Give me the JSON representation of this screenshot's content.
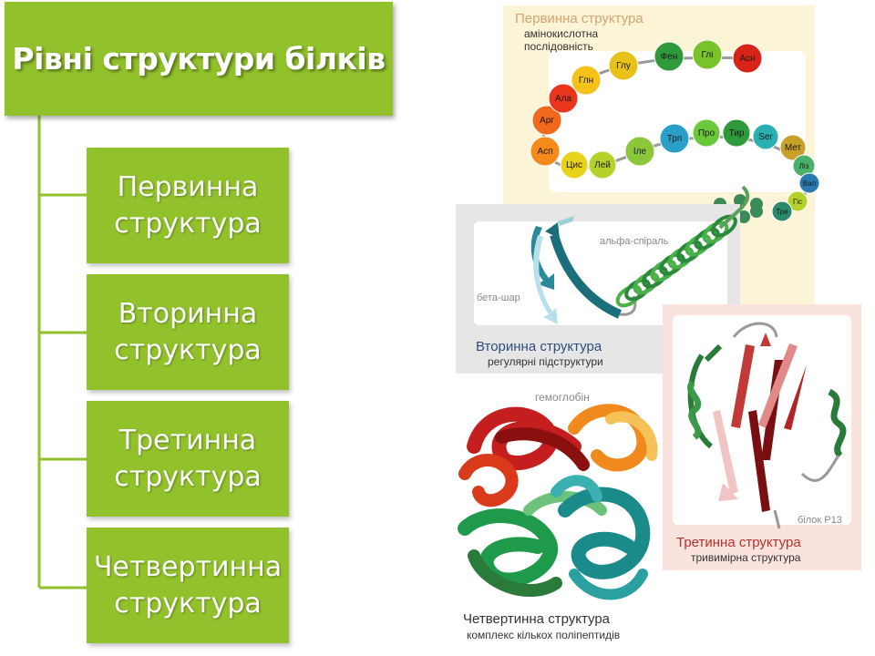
{
  "title": "Рівні структури білків",
  "levels": [
    {
      "line1": "Первинна",
      "line2": "структура"
    },
    {
      "line1": "Вторинна",
      "line2": "структура"
    },
    {
      "line1": "Третинна",
      "line2": "структура"
    },
    {
      "line1": "Четвертинна",
      "line2": "структура"
    }
  ],
  "figure": {
    "primary": {
      "title": "Первинна структура",
      "sub1": "амінокислотна",
      "sub2": "послідовність",
      "aminoacids": [
        "Асп",
        "Арг",
        "Ала",
        "Глн",
        "Глу",
        "Фен",
        "Глі",
        "Асн",
        "Цис",
        "Лей",
        "Іле",
        "Трп",
        "Про",
        "Тир",
        "Ser",
        "Мет",
        "Ліз",
        "Вал",
        "Гіс",
        "Тре"
      ]
    },
    "secondary": {
      "title": "Вторинна структура",
      "sub": "регулярні підструктури",
      "alpha_label": "альфа-спіраль",
      "beta_label": "бета-шар"
    },
    "tertiary": {
      "title": "Третинна структура",
      "sub": "тривимірна структура",
      "protein_label": "білок Р13"
    },
    "quaternary": {
      "title": "Четвертинна структура",
      "sub": "комплекс кількох поліпептидів",
      "protein_label": "гемоглобін"
    }
  },
  "colors": {
    "box_green": "#92c22b",
    "connector": "#92c22b"
  }
}
